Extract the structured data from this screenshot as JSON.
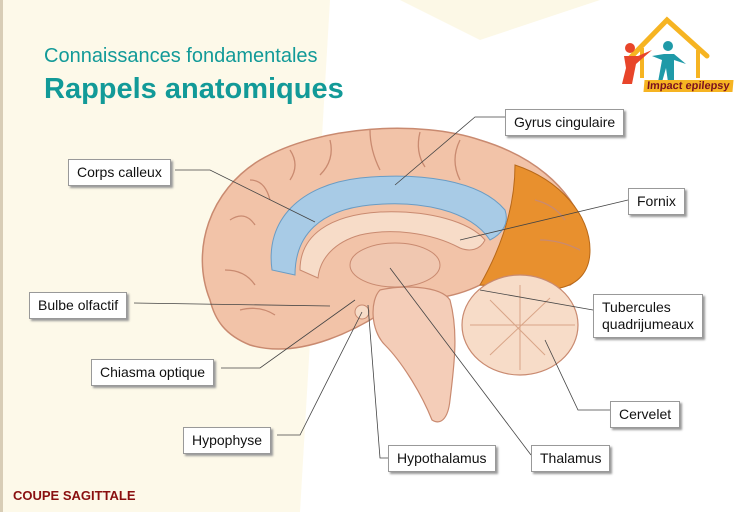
{
  "header": {
    "subtitle": "Connaissances fondamentales",
    "title": "Rappels anatomiques"
  },
  "logo": {
    "text": "Impact epilepsy"
  },
  "labels": {
    "gyrus_cingulaire": "Gyrus cingulaire",
    "corps_calleux": "Corps calleux",
    "fornix": "Fornix",
    "bulbe_olfactif": "Bulbe olfactif",
    "tubercules_1": "Tubercules",
    "tubercules_2": "quadrijumeaux",
    "chiasma_optique": "Chiasma optique",
    "cervelet": "Cervelet",
    "hypophyse": "Hypophyse",
    "hypothalamus": "Hypothalamus",
    "thalamus": "Thalamus"
  },
  "footer": {
    "caption": "COUPE SAGITTALE"
  },
  "colors": {
    "accent": "#129a98",
    "footer": "#8a1010",
    "cortex": "#f2c3a8",
    "cingulate": "#a8cbe6",
    "occipital": "#e8902e"
  }
}
